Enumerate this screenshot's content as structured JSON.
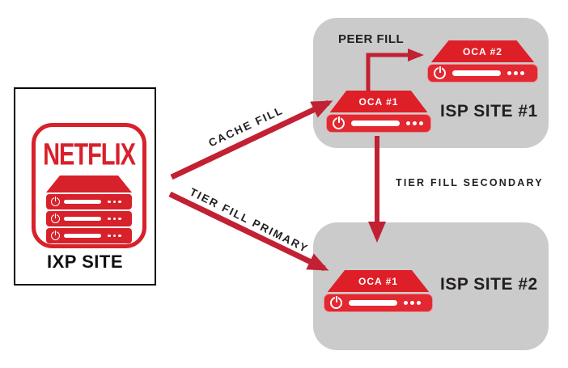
{
  "sites": {
    "ixp": {
      "brand": "NETFLIX",
      "title": "IXP SITE"
    },
    "isp1": {
      "title": "ISP SITE #1",
      "oca1": "OCA #1",
      "oca2": "OCA #2"
    },
    "isp2": {
      "title": "ISP SITE #2",
      "oca1": "OCA #1"
    }
  },
  "flows": {
    "cache_fill": "CACHE FILL",
    "tier_fill_primary": "TIER FILL PRIMARY",
    "tier_fill_secondary": "TIER FILL SECONDARY",
    "peer_fill": "PEER FILL"
  },
  "colors": {
    "arrow_red": "#C22033",
    "device_red": "#E22830",
    "device_top_red": "#DE1F27",
    "logo_red": "#D7212B",
    "isp_box_gray": "#CBCBCB",
    "text_dark": "#231F20",
    "background": "#FFFFFF"
  }
}
